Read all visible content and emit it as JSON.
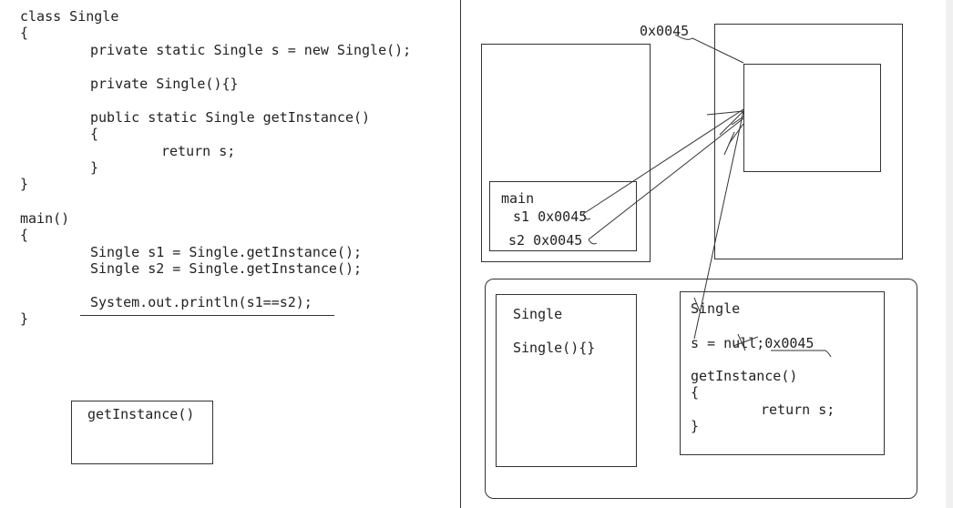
{
  "code": {
    "class_decl": "class Single",
    "open_brace_1": "{",
    "field_line": "private static Single s = new Single();",
    "ctor_line": "private Single(){}",
    "method_decl": "public static Single getInstance()",
    "open_brace_2": "{",
    "return_line": "return s;",
    "close_brace_2": "}",
    "close_brace_1": "}",
    "main_decl": "main()",
    "open_brace_3": "{",
    "s1_line": "Single s1 = Single.getInstance();",
    "s2_line": "Single s2 = Single.getInstance();",
    "println_line": "System.out.println(s1==s2);",
    "close_brace_3": "}"
  },
  "stack_frame": {
    "label": "getInstance()"
  },
  "memory": {
    "address_label": "0x0045",
    "main_frame": {
      "title": "main",
      "s1": "s1 0x0045",
      "s2": "s2 0x0045"
    },
    "method_area_left": {
      "title": "Single",
      "ctor": "Single(){}"
    },
    "method_area_right": {
      "title": "Single",
      "field_prefix": "s = ",
      "field_null": "null",
      "field_suffix": ";0x0045",
      "method": "getInstance()",
      "open_brace": "{",
      "return_line": "return s;",
      "close_brace": "}"
    }
  }
}
